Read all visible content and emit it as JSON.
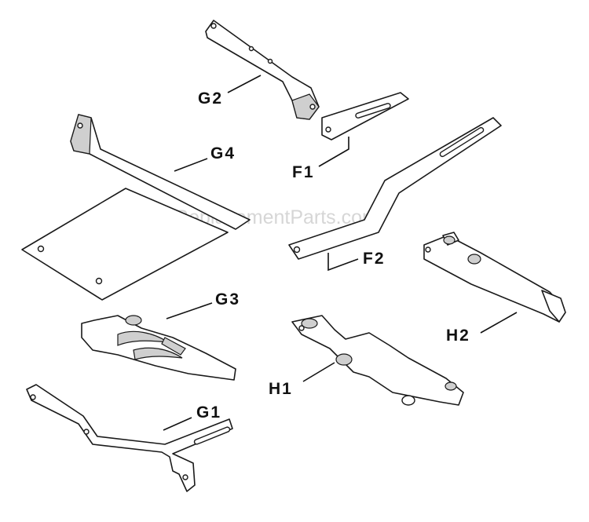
{
  "watermark": "eReplacementParts.com",
  "labels": {
    "g2": "G2",
    "g4": "G4",
    "f1": "F1",
    "f2": "F2",
    "g3": "G3",
    "h2": "H2",
    "h1": "H1",
    "g1": "G1"
  }
}
